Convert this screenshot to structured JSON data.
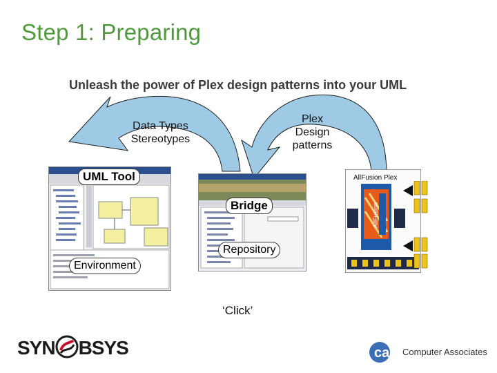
{
  "slide": {
    "title": "Step 1: Preparing",
    "subtitle": "Unleash the power of Plex design patterns into your UML"
  },
  "arrows": {
    "left_label_line1": "Data Types",
    "left_label_line2": "Stereotypes",
    "right_label_line1": "Plex",
    "right_label_line2": "Design",
    "right_label_line3": "patterns"
  },
  "callouts": {
    "uml_tool": "UML Tool",
    "bridge": "Bridge",
    "repository": "Repository",
    "environment": "Environment",
    "click": "‘Click’"
  },
  "product_box": {
    "label": "AllFusion Plex",
    "box_text": "AllFusion"
  },
  "logos": {
    "left_prefix": "SYN",
    "left_suffix": "BSYS",
    "right_text": "Computer Associates",
    "right_mark": "ca"
  },
  "colors": {
    "title_green": "#4f9a3a",
    "arrow_fill": "#9ecae6",
    "arrow_stroke": "#1c1c1c",
    "highlight_yellow": "#f3f0a0",
    "box_orange": "#e85a1a",
    "box_blue": "#1e5aa8",
    "chip_yellow": "#f0c31a"
  }
}
